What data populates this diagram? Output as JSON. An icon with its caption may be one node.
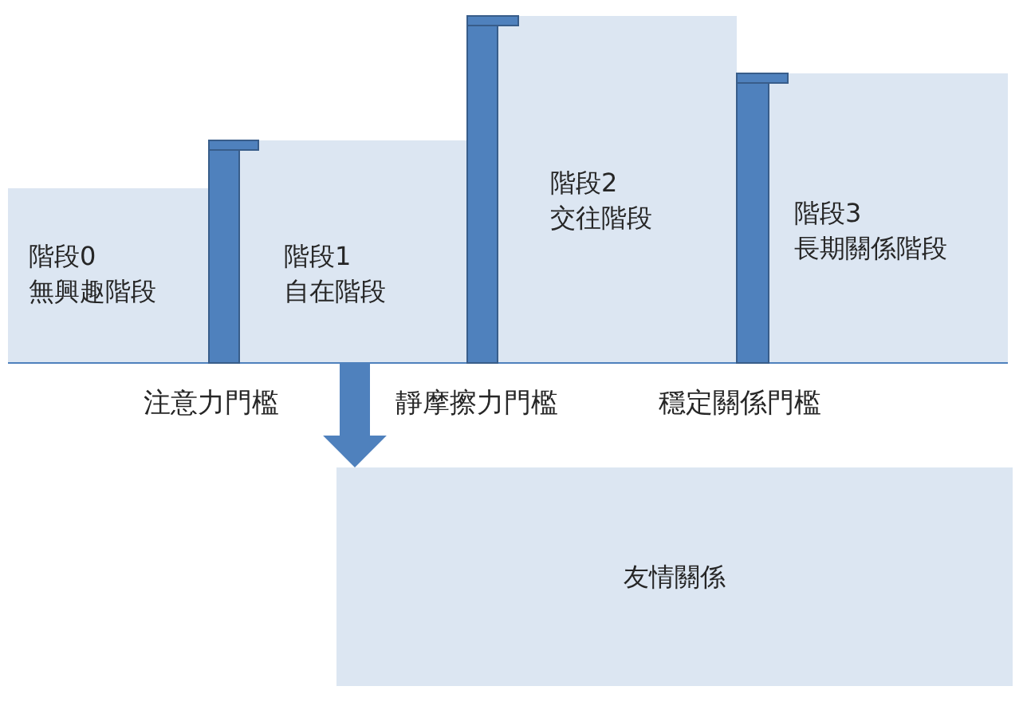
{
  "diagram": {
    "nodes": [
      {
        "text": [
          "階段0",
          "無興趣階段"
        ]
      },
      {
        "text": [
          "階段1",
          "自在階段"
        ]
      },
      {
        "text": [
          "階段2",
          "交往階段"
        ]
      },
      {
        "text": [
          "階段3",
          "長期關係階段"
        ]
      },
      {
        "text": [
          "友情關係"
        ]
      }
    ],
    "edges": [
      {
        "from": 1,
        "to": 4,
        "arrow": "to"
      }
    ],
    "labels": [
      "注意力門檻",
      "靜摩擦力門檻",
      "穩定關係門檻"
    ]
  }
}
